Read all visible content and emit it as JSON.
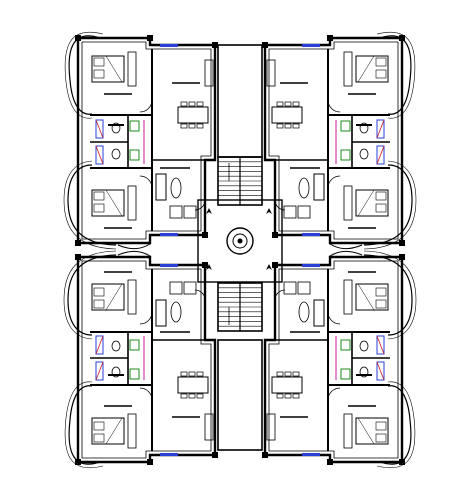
{
  "drawing": {
    "ink": "#000000",
    "paper": "#ffffff",
    "accent_blue": "#2a3fd8",
    "accent_green": "#1c8a1c",
    "accent_red": "#c81e1e",
    "accent_magenta": "#c01aa0"
  },
  "units": [
    {
      "id": "unit-top-left",
      "quadrant": "top-left"
    },
    {
      "id": "unit-top-right",
      "quadrant": "top-right"
    },
    {
      "id": "unit-bottom-left",
      "quadrant": "bottom-left"
    },
    {
      "id": "unit-bottom-right",
      "quadrant": "bottom-right"
    }
  ],
  "core": {
    "lobby": "circular-lobby",
    "stairs": 2
  }
}
